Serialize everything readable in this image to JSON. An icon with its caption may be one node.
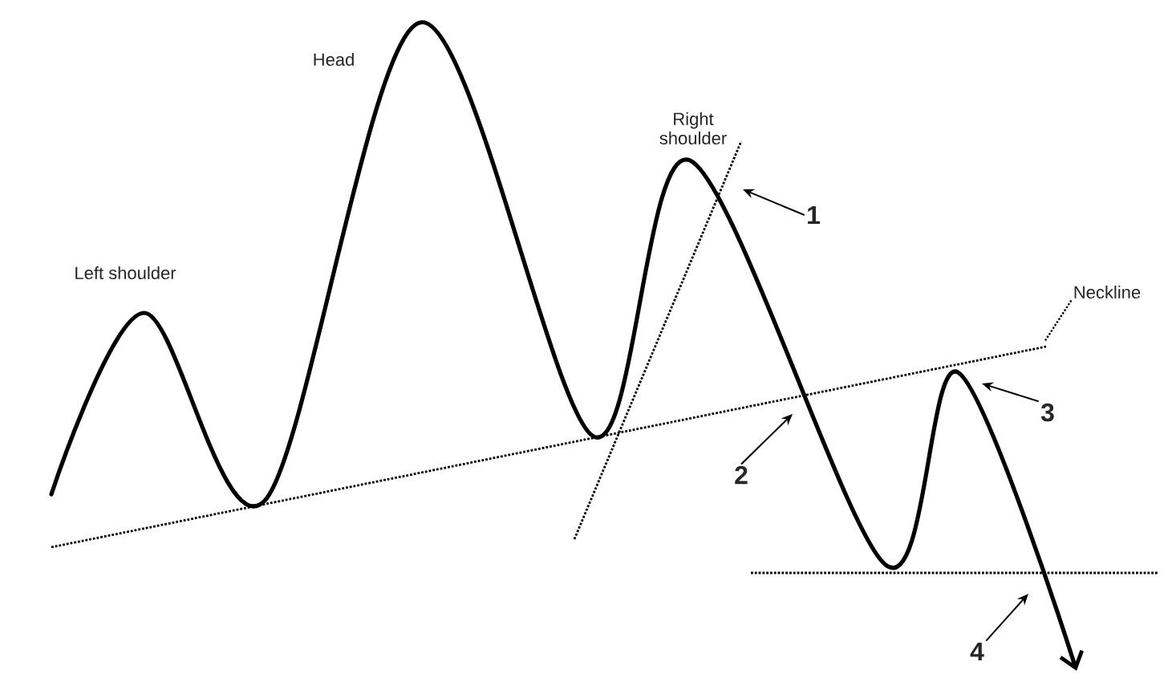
{
  "diagram": {
    "nodes": [
      {
        "text": [
          "Neckline"
        ]
      },
      {
        "text": [
          "1"
        ]
      },
      {
        "text": [
          "2"
        ]
      },
      {
        "text": [
          "3"
        ]
      },
      {
        "text": [
          "4"
        ]
      }
    ],
    "edges": [
      {
        "from": 0,
        "to": null,
        "arrow": "none",
        "style": "dashed"
      },
      {
        "from": 1,
        "to": null,
        "arrow": "to"
      },
      {
        "from": 2,
        "to": null,
        "arrow": "to"
      },
      {
        "from": 3,
        "to": null,
        "arrow": "to"
      },
      {
        "from": 4,
        "to": null,
        "arrow": "to"
      }
    ],
    "labels": [
      "Head",
      "Right shoulder",
      "Left shoulder"
    ]
  }
}
